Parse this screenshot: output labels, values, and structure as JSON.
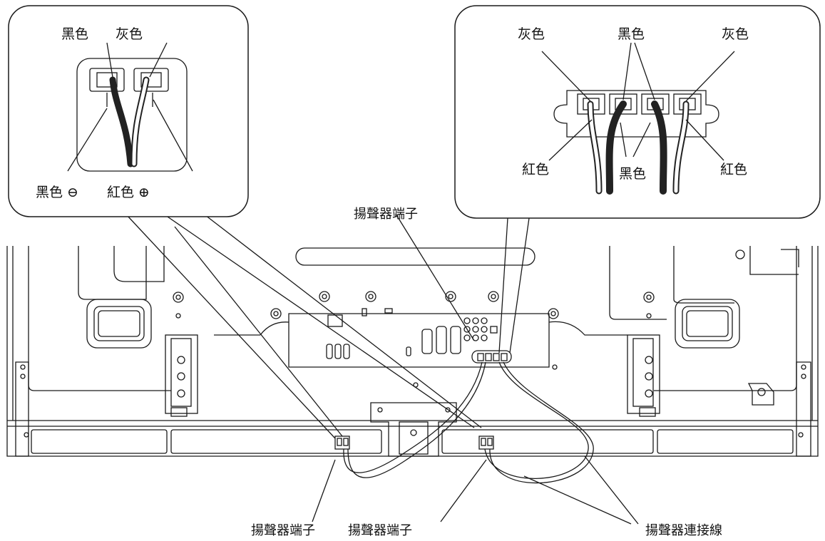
{
  "left_callout": {
    "top_labels": [
      "黑色",
      "灰色"
    ],
    "bottom_labels": [
      "黑色 ⊖",
      "紅色 ⊕"
    ]
  },
  "right_callout": {
    "top_labels": [
      "灰色",
      "黑色",
      "灰色"
    ],
    "bottom_labels": [
      "紅色",
      "黑色",
      "紅色"
    ]
  },
  "labels": {
    "speaker_terminal_main": "揚聲器端子",
    "speaker_terminal_left": "揚聲器端子",
    "speaker_terminal_right": "揚聲器端子",
    "speaker_cable": "揚聲器連接線"
  },
  "colors": {
    "line": "#1a1a1a",
    "panel": "#ffffff",
    "background": "#ffffff"
  }
}
